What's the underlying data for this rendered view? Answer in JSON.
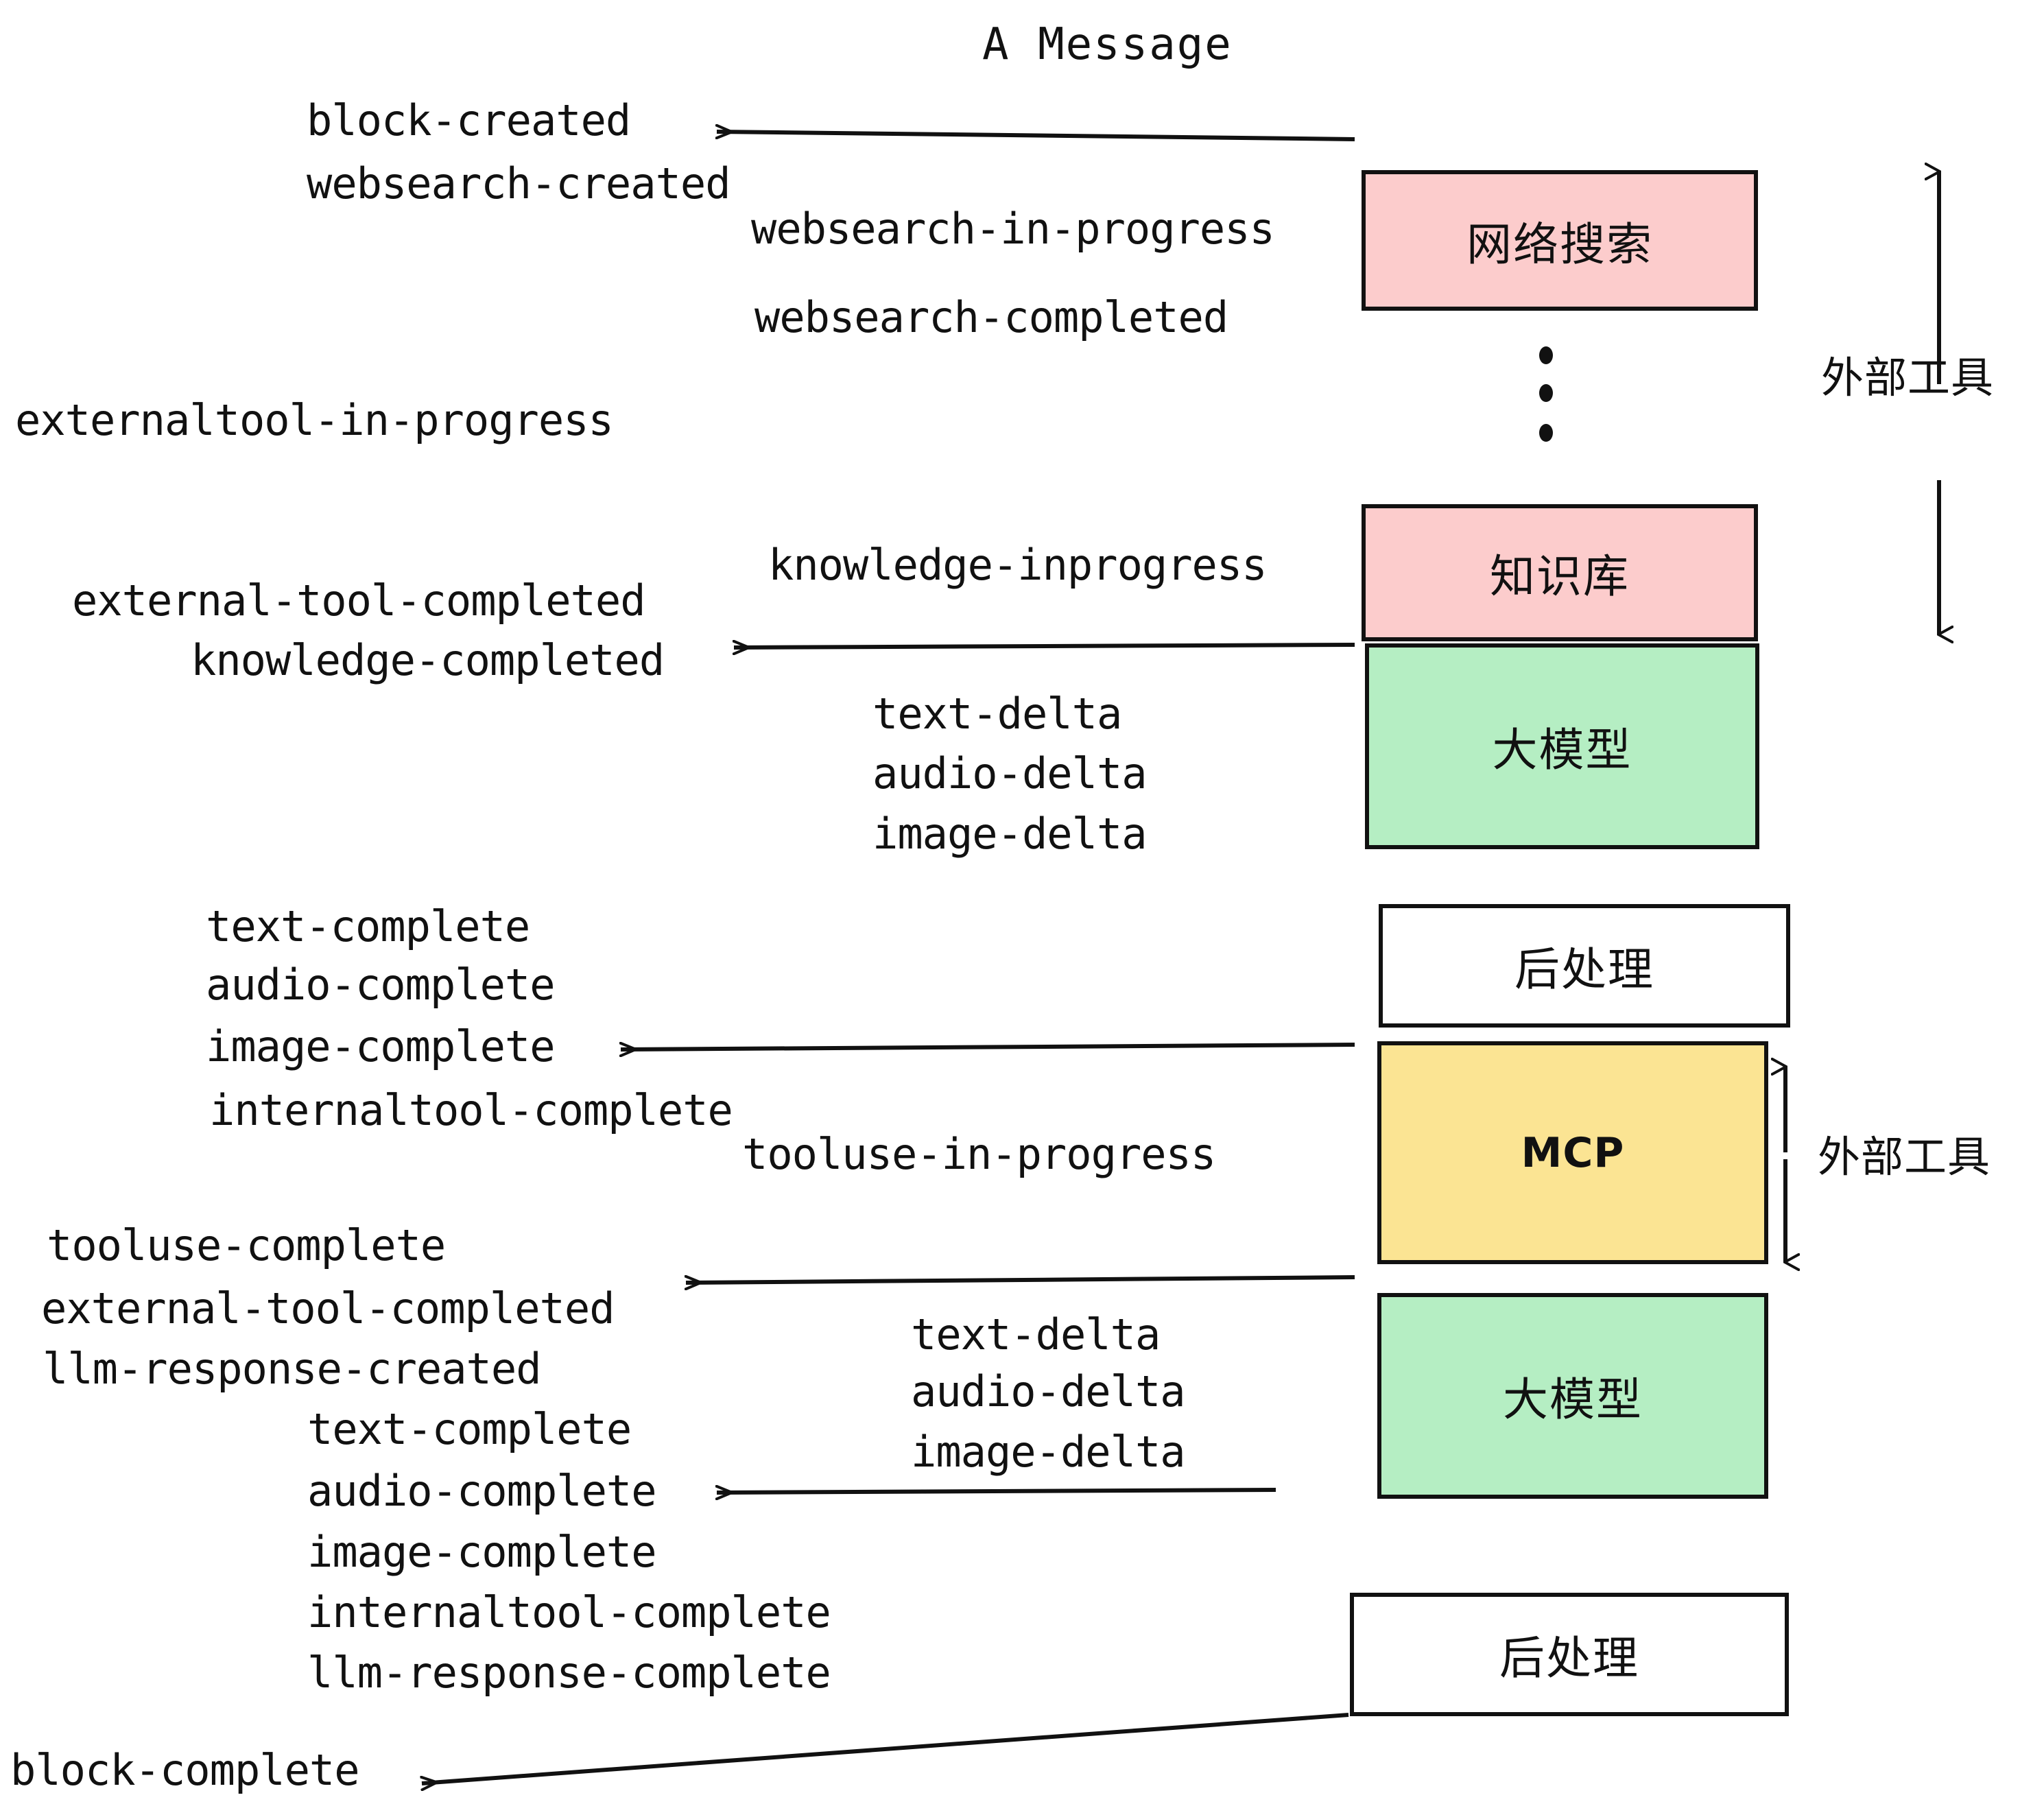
{
  "diagram": {
    "title": "A Message",
    "colors": {
      "pink": "#fccccc",
      "green": "#b5eec3",
      "yellow": "#fbe493",
      "white": "#ffffff",
      "stroke": "#111111",
      "text": "#111111"
    },
    "nodes": [
      {
        "id": "websearch",
        "label": "网络搜索",
        "fill": "#fccccc"
      },
      {
        "id": "knowledge",
        "label": "知识库",
        "fill": "#fccccc"
      },
      {
        "id": "llm-1",
        "label": "大模型",
        "fill": "#b5eec3"
      },
      {
        "id": "postprocess-1",
        "label": "后处理",
        "fill": "#ffffff"
      },
      {
        "id": "mcp",
        "label": "MCP",
        "fill": "#fbe493"
      },
      {
        "id": "llm-2",
        "label": "大模型",
        "fill": "#b5eec3"
      },
      {
        "id": "postprocess-2",
        "label": "后处理",
        "fill": "#ffffff"
      }
    ],
    "group_labels": [
      {
        "id": "external-tools-top",
        "label": "外部工具"
      },
      {
        "id": "external-tools-bottom",
        "label": "外部工具"
      }
    ],
    "events": [
      {
        "id": "block-created",
        "label": "block-created"
      },
      {
        "id": "websearch-created",
        "label": "websearch-created"
      },
      {
        "id": "websearch-in-progress",
        "label": "websearch-in-progress"
      },
      {
        "id": "websearch-completed",
        "label": "websearch-completed"
      },
      {
        "id": "externaltool-in-progress",
        "label": "externaltool-in-progress"
      },
      {
        "id": "knowledge-inprogress",
        "label": "knowledge-inprogress"
      },
      {
        "id": "external-tool-completed-1",
        "label": "external-tool-completed"
      },
      {
        "id": "knowledge-completed",
        "label": "knowledge-completed"
      },
      {
        "id": "text-delta-1",
        "label": "text-delta"
      },
      {
        "id": "audio-delta-1",
        "label": "audio-delta"
      },
      {
        "id": "image-delta-1",
        "label": "image-delta"
      },
      {
        "id": "text-complete-1",
        "label": "text-complete"
      },
      {
        "id": "audio-complete-1",
        "label": "audio-complete"
      },
      {
        "id": "image-complete-1",
        "label": "image-complete"
      },
      {
        "id": "internaltool-complete-1",
        "label": "internaltool-complete"
      },
      {
        "id": "tooluse-in-progress",
        "label": "tooluse-in-progress"
      },
      {
        "id": "tooluse-complete",
        "label": "tooluse-complete"
      },
      {
        "id": "external-tool-completed-2",
        "label": "external-tool-completed"
      },
      {
        "id": "llm-response-created",
        "label": "llm-response-created"
      },
      {
        "id": "text-delta-2",
        "label": "text-delta"
      },
      {
        "id": "audio-delta-2",
        "label": "audio-delta"
      },
      {
        "id": "image-delta-2",
        "label": "image-delta"
      },
      {
        "id": "text-complete-2",
        "label": "text-complete"
      },
      {
        "id": "audio-complete-2",
        "label": "audio-complete"
      },
      {
        "id": "image-complete-2",
        "label": "image-complete"
      },
      {
        "id": "internaltool-complete-2",
        "label": "internaltool-complete"
      },
      {
        "id": "llm-response-complete",
        "label": "llm-response-complete"
      },
      {
        "id": "block-complete",
        "label": "block-complete"
      }
    ]
  }
}
